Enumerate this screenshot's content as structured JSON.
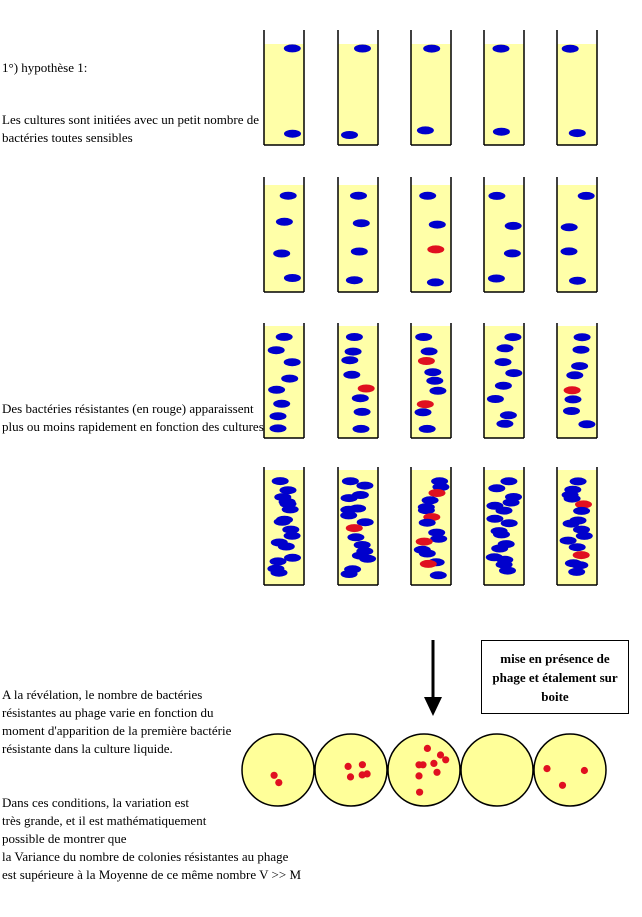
{
  "title": "1°) hypothèse 1:",
  "text_initial": "Les cultures sont initiées avec un petit nombre de bactéries toutes sensibles",
  "text_resistant": "Des bactéries résistantes (en rouge) apparaissent plus ou moins rapidement en fonction des cultures",
  "text_revelation": "A la révélation, le nombre de bactéries résistantes au phage varie en fonction du moment d'apparition de la première bactérie résistante dans la culture liquide.",
  "text_conditions": [
    "Dans ces conditions, la variation est",
    "très grande, et il est mathématiquement",
    "possible de montrer que",
    "la Variance du nombre de colonies résistantes au phage",
    "est supérieure à la Moyenne de ce même nombre V >> M"
  ],
  "phage_box": "mise en présence de phage et étalement sur boite",
  "colors": {
    "culture_medium": "#ffffa8",
    "sensitive_bacterium": "#0000cc",
    "resistant_bacterium": "#e01020",
    "plate": "#ffff99"
  },
  "stages": [
    {
      "stage": 1,
      "sensitive": [
        2,
        2,
        2,
        2,
        2
      ],
      "resistant": [
        0,
        0,
        0,
        0,
        0
      ]
    },
    {
      "stage": 2,
      "sensitive": [
        4,
        4,
        3,
        4,
        4
      ],
      "resistant": [
        0,
        0,
        1,
        0,
        0
      ]
    },
    {
      "stage": 3,
      "sensitive": [
        8,
        7,
        7,
        8,
        7
      ],
      "resistant": [
        0,
        1,
        2,
        0,
        1
      ]
    },
    {
      "stage": 4,
      "sensitive": [
        16,
        15,
        12,
        16,
        14
      ],
      "resistant": [
        0,
        1,
        4,
        0,
        2
      ]
    }
  ],
  "plate_colonies": [
    2,
    5,
    9,
    0,
    3
  ]
}
